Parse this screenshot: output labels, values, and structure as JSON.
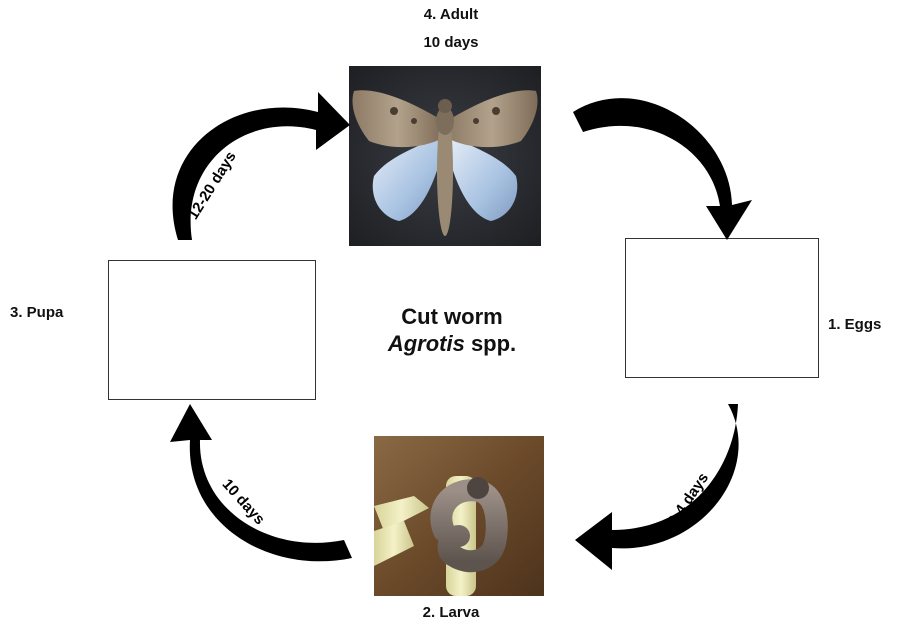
{
  "title": {
    "line1": "Cut worm",
    "genus": "Agrotis",
    "suffix": " spp."
  },
  "stages": {
    "adult": {
      "label": "4. Adult",
      "duration": "10 days"
    },
    "eggs": {
      "label": "1. Eggs"
    },
    "larva": {
      "label": "2. Larva"
    },
    "pupa": {
      "label": "3. Pupa"
    }
  },
  "transitions": {
    "adult_to_eggs": "",
    "eggs_to_larva": "2-4 days",
    "larva_to_pupa": "10 days",
    "pupa_to_adult": "12-20 days"
  },
  "colors": {
    "arrow": "#000000",
    "moth_photo_bg": "#2d3035",
    "larva_photo_bg": "#6b4a2a"
  },
  "images": {
    "adult_photo": "moth-photo",
    "larva_photo": "caterpillar-photo"
  }
}
